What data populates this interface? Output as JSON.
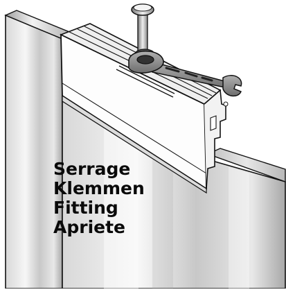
{
  "caption": {
    "lines": [
      "Serrage",
      "Klemmen",
      "Fitting",
      "Apriete"
    ]
  },
  "colors": {
    "outline": "#111111",
    "panel_light": "#f7f7f7",
    "panel_mid": "#cfcfcf",
    "panel_dark": "#9a9a9a",
    "wrench": "#8c8c8c",
    "profile_white": "#ffffff"
  },
  "icons": {
    "tool": "wrench-icon",
    "part": "clamp-profile-icon",
    "fastener": "screw-icon"
  }
}
